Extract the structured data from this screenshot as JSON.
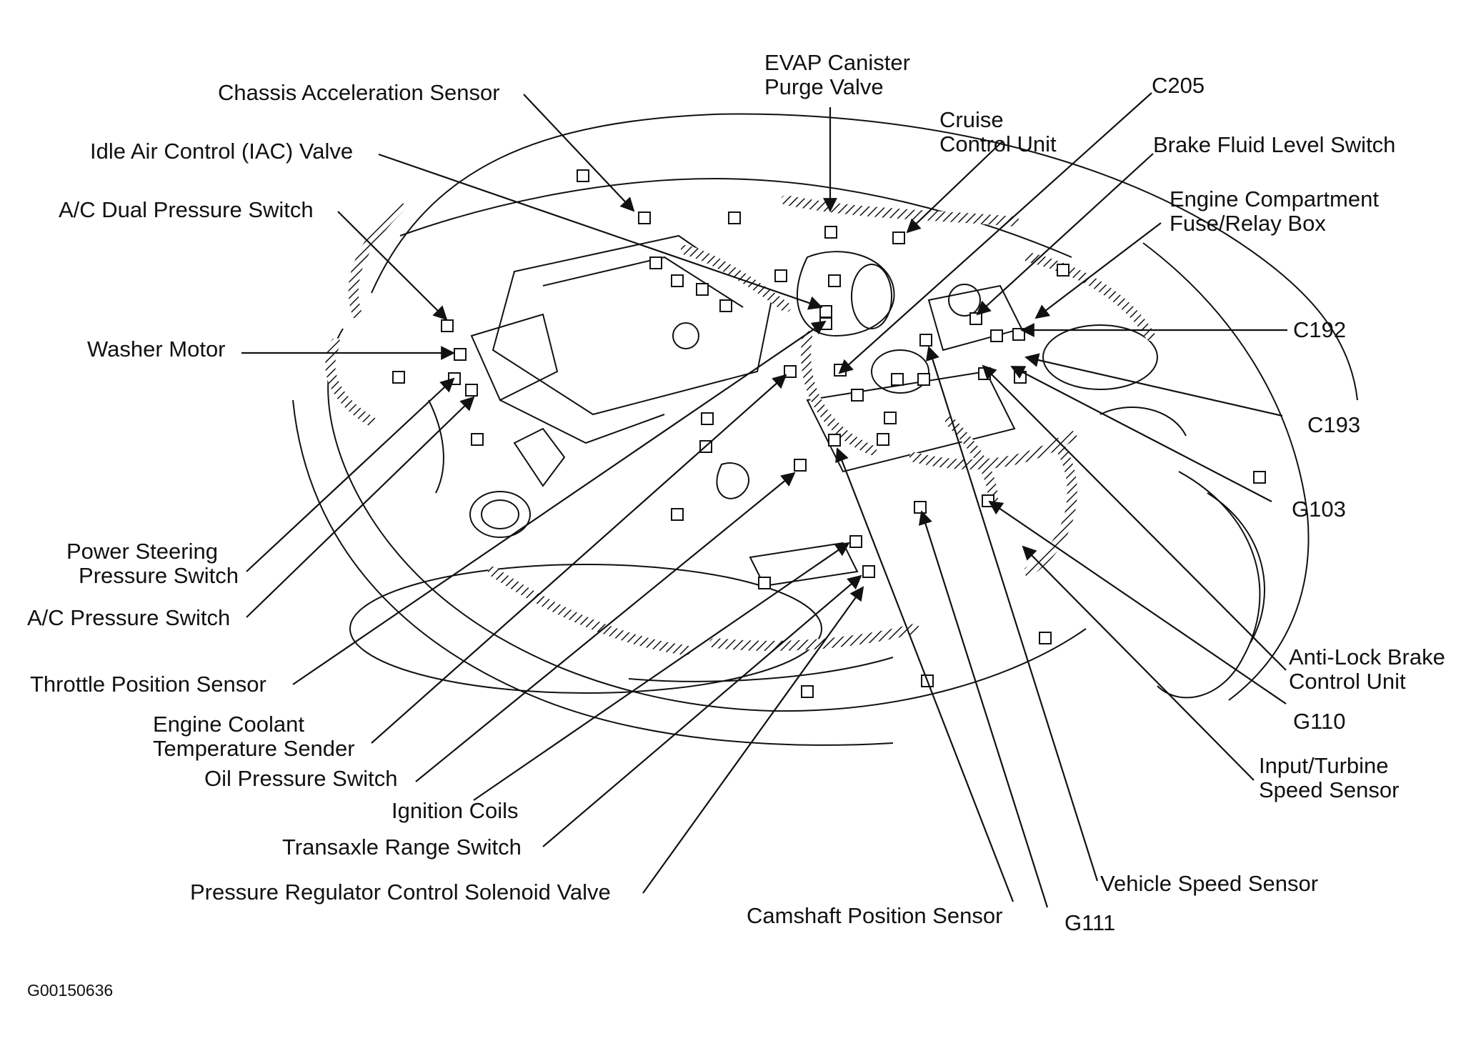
{
  "labels": {
    "chassis_accel": "Chassis Acceleration Sensor",
    "iac_valve": "Idle Air Control (IAC) Valve",
    "ac_dual": "A/C Dual Pressure Switch",
    "washer_motor": "Washer Motor",
    "ps_line1": "Power Steering",
    "ps_line2": "Pressure Switch",
    "ac_pressure": "A/C Pressure Switch",
    "tps": "Throttle Position Sensor",
    "ect_line1": "Engine Coolant",
    "ect_line2": "Temperature Sender",
    "oil_pressure": "Oil Pressure Switch",
    "ignition_coils": "Ignition Coils",
    "transaxle_range": "Transaxle Range Switch",
    "prc_solenoid": "Pressure Regulator Control Solenoid Valve",
    "camshaft": "Camshaft Position Sensor",
    "g111": "G111",
    "vss": "Vehicle Speed Sensor",
    "turbine_line1": "Input/Turbine",
    "turbine_line2": "Speed Sensor",
    "g110": "G110",
    "abs_line1": "Anti-Lock Brake",
    "abs_line2": "Control Unit",
    "g103": "G103",
    "c193": "C193",
    "c192": "C192",
    "fuse_line1": "Engine Compartment",
    "fuse_line2": "Fuse/Relay Box",
    "brake_fluid": "Brake Fluid Level Switch",
    "cruise_line1": "Cruise",
    "cruise_line2": "Control Unit",
    "c205": "C205",
    "evap_line1": "EVAP Canister",
    "evap_line2": "Purge Valve"
  },
  "figure_code": "G00150636"
}
